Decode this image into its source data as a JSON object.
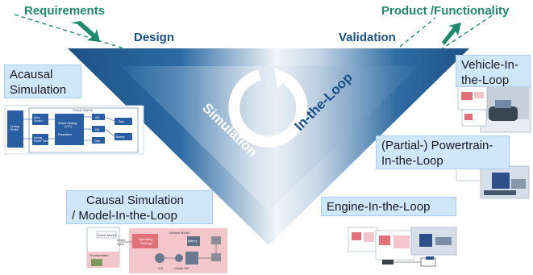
{
  "corner_labels": {
    "requirements": "Requirements",
    "product_functionality": "Product /Functionality"
  },
  "phase_labels": {
    "design": "Design",
    "validation": "Validation"
  },
  "triangle_labels": {
    "simulation": "Simulation",
    "in_the_loop": "In-the-Loop"
  },
  "callouts": {
    "acausal_simulation": [
      "Acausal",
      "Simulation"
    ],
    "causal_simulation": [
      "Causal Simulation",
      "/ Model-In-the-Loop"
    ],
    "vehicle_in_the_loop": [
      "Vehicle-In-",
      "the-Loop"
    ],
    "powertrain_in_the_loop": [
      "(Partial-) Powertrain-",
      "In-the-Loop"
    ],
    "engine_in_the_loop": [
      "Engine-In-the-Loop"
    ]
  },
  "thumbnail_texts": {
    "acausal": {
      "title": "Virtual Vehicle",
      "driving_profile": [
        "Driving",
        "Profile"
      ],
      "drive_control": [
        "Drive",
        "Control"
      ],
      "vehicle_op_strategy": [
        "Vehicle Strategy",
        "(VTC)"
      ],
      "parameters": "Parameters",
      "driving_power_train": [
        "Driving",
        "Power Train"
      ],
      "ice": "ICE",
      "em": "EM",
      "gear": "Gear",
      "battery": "Battery",
      "tank": "Tank"
    },
    "causal": {
      "title": "Vehicle Model",
      "driver_model": "Driver Model",
      "driver_input": [
        "Driver",
        "Input"
      ],
      "operating_strategy": [
        "Operating",
        "Strategy"
      ],
      "environment": "Environment",
      "battery": "Battery",
      "ice": "ICE",
      "clutch_em": "Clutch  EM"
    }
  },
  "colors": {
    "triangle_blue": "#1d5286",
    "triangle_light": "#dfe7f0",
    "accent_green": "#1f8a6b",
    "label_blue": "#1c4f86",
    "callout_fill": "#cfe6fb",
    "thumb_pink": "#f2c6cb",
    "thumb_red": "#e0707a"
  },
  "icons": {
    "requirements_arrow": "arrow-down-right-icon",
    "product_arrow": "arrow-up-right-icon",
    "cycle": "circular-cycle-icon"
  }
}
